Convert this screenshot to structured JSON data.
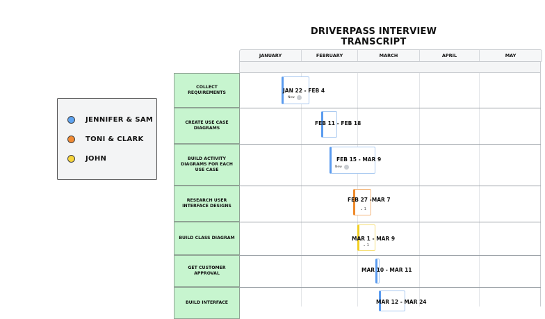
{
  "title": "DRIVERPASS INTERVIEW TRANSCRIPT",
  "legend": [
    {
      "label": "JENNIFER & SAM",
      "color": "#5ea3f0"
    },
    {
      "label": "TONI & CLARK",
      "color": "#f08a33"
    },
    {
      "label": "JOHN",
      "color": "#f7d43a"
    }
  ],
  "months": [
    "JANUARY",
    "FEBRUARY",
    "MARCH",
    "APRIL",
    "MAY"
  ],
  "tasks": [
    {
      "label": "COLLECT REQUIREMENTS",
      "dates": "JAN 22 - FEB 4",
      "chip": "New"
    },
    {
      "label": "CREATE USE CASE DIAGRAMS",
      "dates": "FEB 11 - FEB 18"
    },
    {
      "label": "BUILD ACTIVITY DIAGRAMS FOR EACH USE CASE",
      "dates": "FEB 15 - MAR 9",
      "chip": "New"
    },
    {
      "label": "RESEARCH USER INTERFACE DESIGNS",
      "dates": "FEB 27 -MAR 7",
      "votes": "1"
    },
    {
      "label": "BUILD CLASS DIAGRAM",
      "dates": "MAR 1 - MAR 9",
      "votes": "1"
    },
    {
      "label": "GET CUSTOMER APPROVAL",
      "dates": "MAR 10 - MAR 11"
    },
    {
      "label": "BUILD INTERFACE",
      "dates": "MAR 12 - MAR 24"
    }
  ]
}
